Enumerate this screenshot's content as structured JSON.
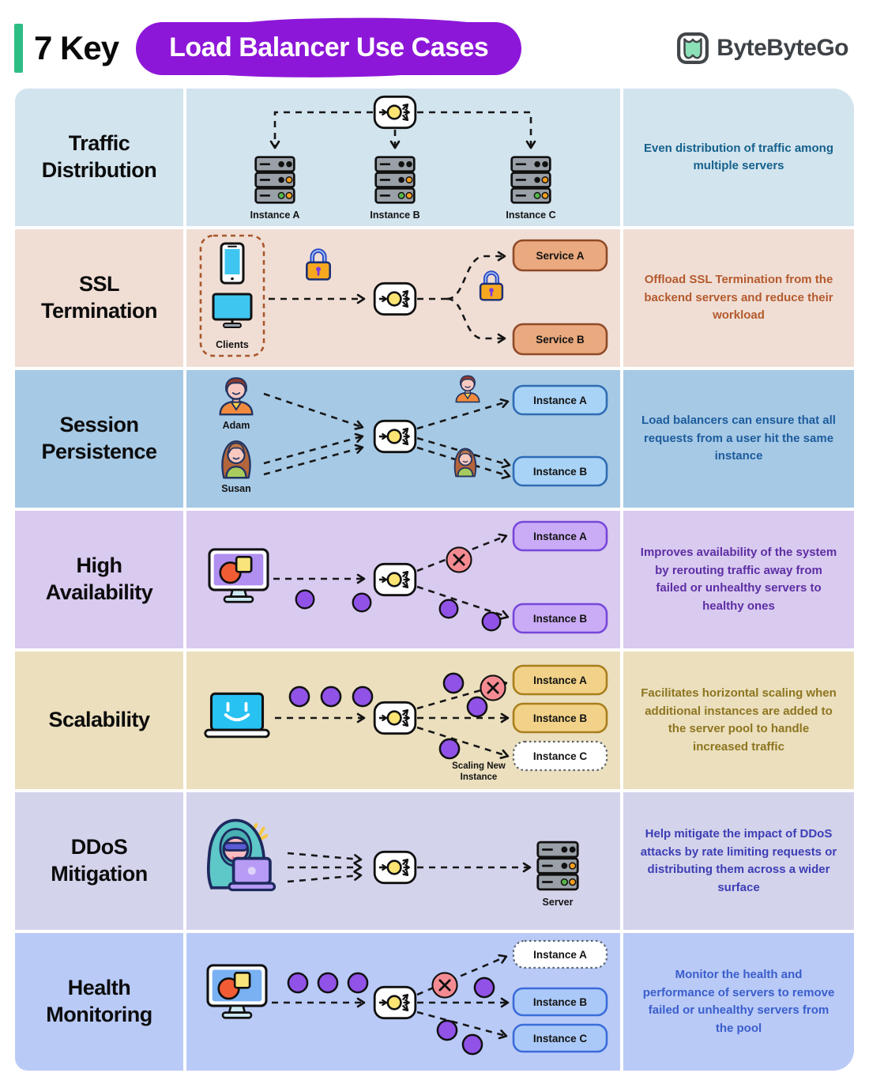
{
  "header": {
    "prefix": "7 Key",
    "title": "Load Balancer Use Cases",
    "brand": "ByteByteGo",
    "accent_green": "#2ebd85",
    "title_bg": "#8d17d8",
    "title_color": "#ffffff"
  },
  "icons": [
    "load-balancer-icon",
    "server-rack-icon",
    "padlock-icon",
    "phone-icon",
    "client-monitor-icon",
    "user-avatar-adam-icon",
    "user-avatar-susan-icon",
    "desktop-monitor-icon",
    "laptop-smiley-icon",
    "hacker-icon",
    "request-dot-icon",
    "failed-x-icon",
    "bytebytego-logo-icon"
  ],
  "rows": [
    {
      "title": "Traffic Distribution",
      "description": "Even distribution of traffic among multiple servers",
      "bg": "#d2e4ee",
      "desc_color": "#16618c",
      "labels": {
        "a": "Instance A",
        "b": "Instance B",
        "c": "Instance C"
      }
    },
    {
      "title": "SSL Termination",
      "description": "Offload SSL Termination from the backend servers and reduce their workload",
      "bg": "#f0ded5",
      "desc_color": "#b45a2d",
      "box_fill": "#eaa97e",
      "box_border": "#8f4a27",
      "labels": {
        "clients": "Clients",
        "a": "Service A",
        "b": "Service B"
      }
    },
    {
      "title": "Session Persistence",
      "description": "Load balancers can ensure that all requests from a user hit the same instance",
      "bg": "#a6c9e5",
      "desc_color": "#1d5c9d",
      "box_fill": "#a9d3f6",
      "box_border": "#2f6cb4",
      "labels": {
        "user1": "Adam",
        "user2": "Susan",
        "a": "Instance A",
        "b": "Instance B"
      }
    },
    {
      "title": "High Availability",
      "description": "Improves availability of the system by rerouting traffic away from failed or unhealthy servers to healthy ones",
      "bg": "#d9caf0",
      "desc_color": "#5d2ea3",
      "box_fill": "#caabf6",
      "box_border": "#7747d9",
      "labels": {
        "a": "Instance A",
        "b": "Instance B"
      }
    },
    {
      "title": "Scalability",
      "description": "Facilitates horizontal scaling when additional instances are added to the server pool to handle increased traffic",
      "bg": "#ebdfbd",
      "desc_color": "#8d7520",
      "box_fill": "#f2d288",
      "box_border": "#a97e1d",
      "labels": {
        "a": "Instance A",
        "b": "Instance B",
        "c": "Instance C",
        "scaling1": "Scaling New",
        "scaling2": "Instance"
      }
    },
    {
      "title": "DDoS Mitigation",
      "description": "Help mitigate the impact of DDoS attacks by rate limiting requests or distributing them across a wider surface",
      "bg": "#d4d3ec",
      "desc_color": "#3c3eb4",
      "labels": {
        "server": "Server"
      }
    },
    {
      "title": "Health Monitoring",
      "description": "Monitor the health and performance of servers to remove failed or unhealthy servers from the pool",
      "bg": "#b9caf7",
      "desc_color": "#3a5ecb",
      "box_fill": "#abc9f8",
      "box_border": "#3b6cd9",
      "labels": {
        "a": "Instance A",
        "b": "Instance B",
        "c": "Instance C"
      }
    }
  ]
}
